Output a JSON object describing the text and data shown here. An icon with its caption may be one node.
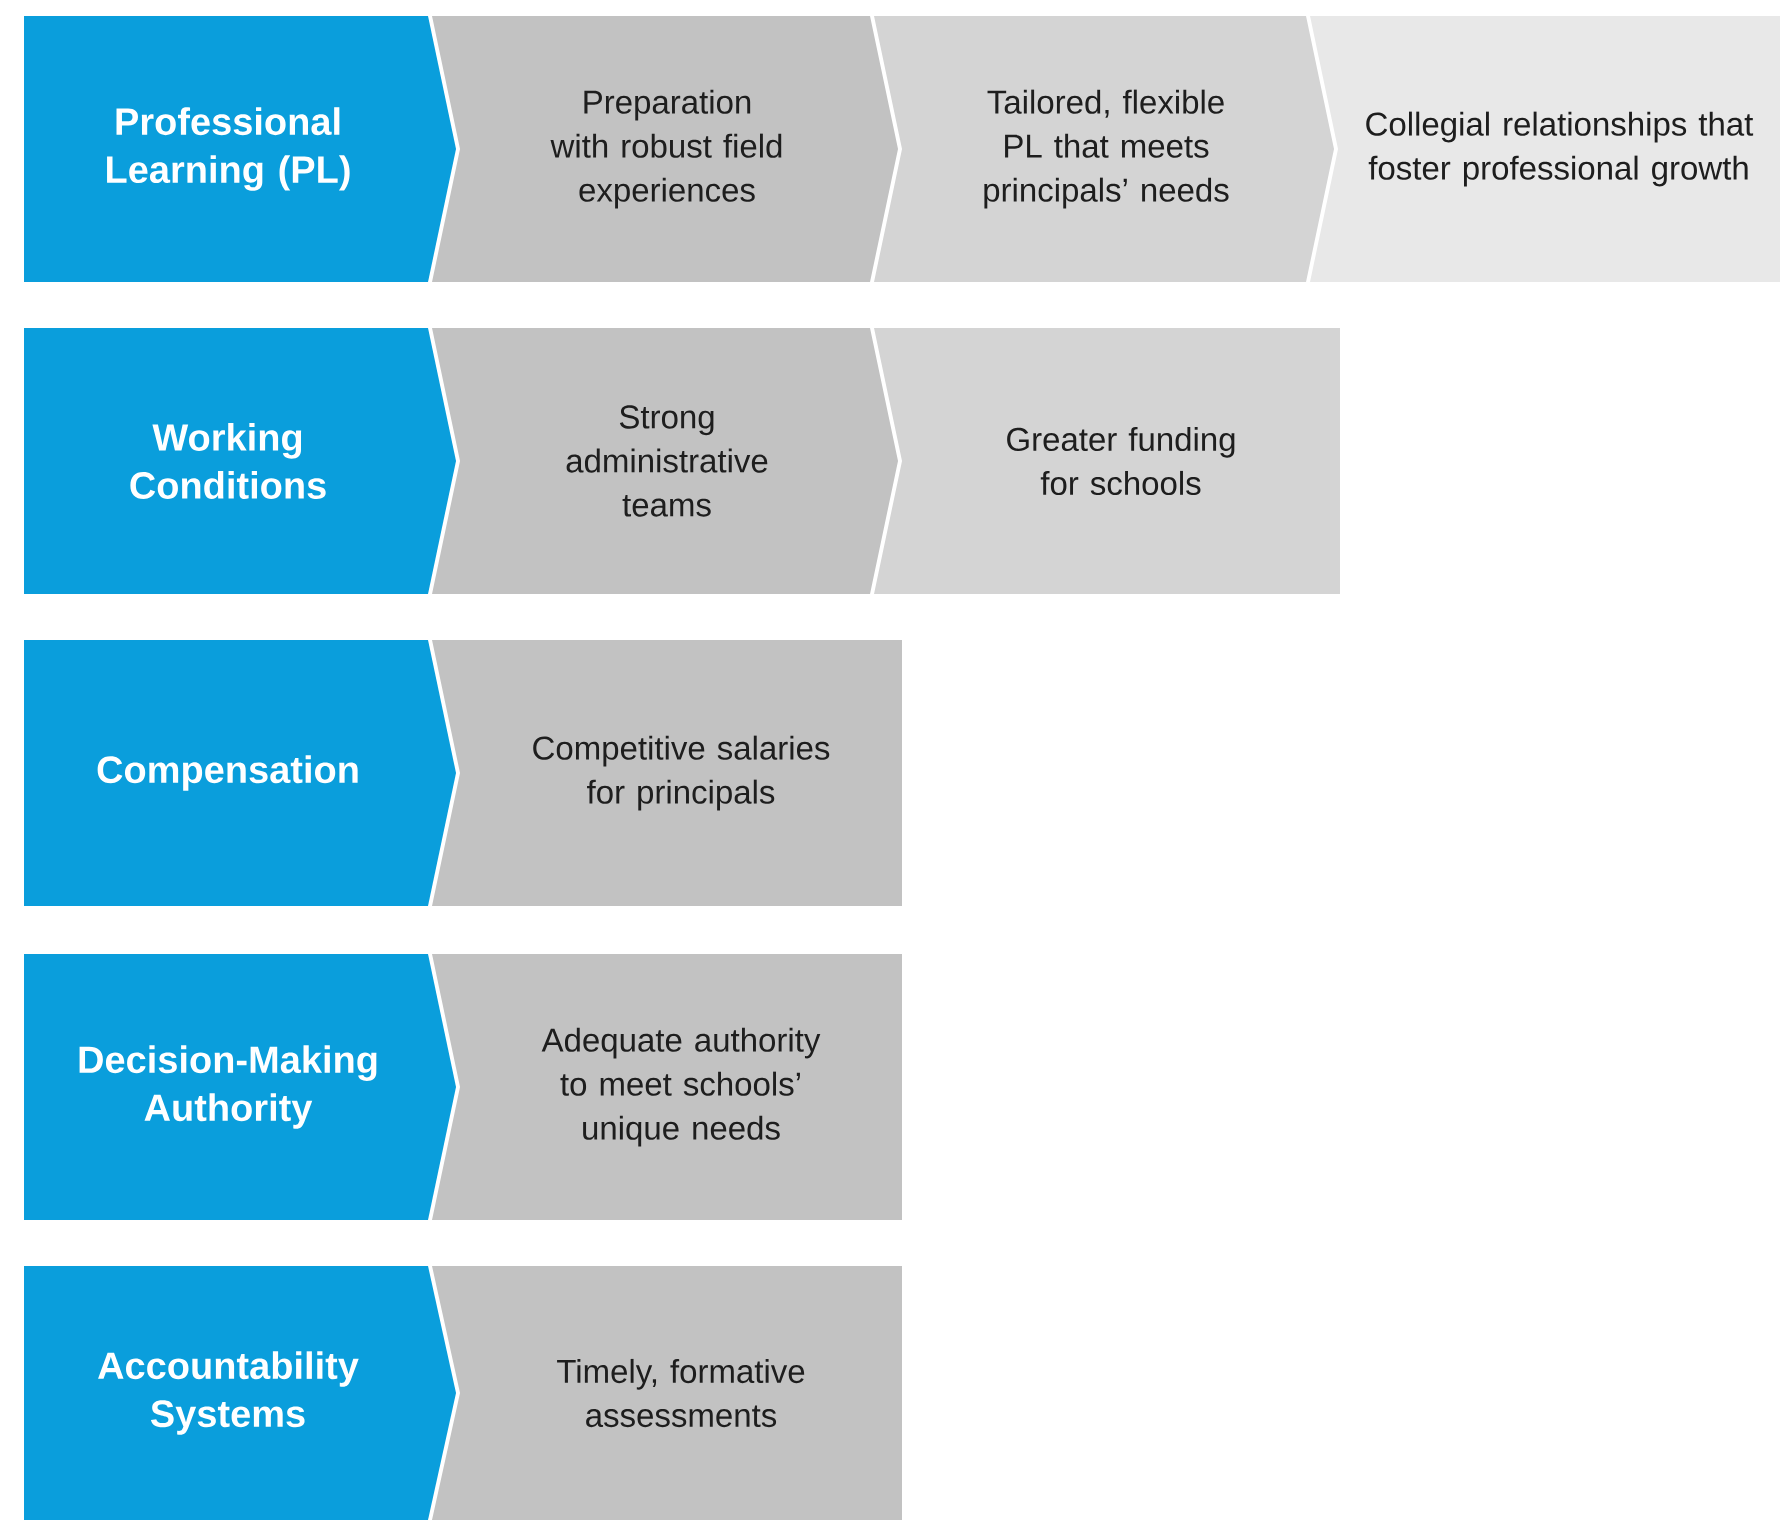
{
  "diagram": {
    "nodes": [
      {
        "text": [
          "Professional Learning (PL)"
        ]
      },
      {
        "text": [
          "Preparation with robust field experiences"
        ]
      },
      {
        "text": [
          "Tailored, flexible PL that meets principals’ needs"
        ]
      },
      {
        "text": [
          "Collegial relationships that foster professional growth"
        ]
      },
      {
        "text": [
          "Working Conditions"
        ]
      },
      {
        "text": [
          "Strong administrative teams"
        ]
      },
      {
        "text": [
          "Greater funding for schools"
        ]
      },
      {
        "text": [
          "Compensation"
        ]
      },
      {
        "text": [
          "Competitive salaries for principals"
        ]
      },
      {
        "text": [
          "Decision-Making Authority"
        ]
      },
      {
        "text": [
          "Adequate authority to meet schools’ unique needs"
        ]
      },
      {
        "text": [
          "Accountability Systems"
        ]
      },
      {
        "text": [
          "Timely, formative assessments"
        ]
      }
    ]
  }
}
